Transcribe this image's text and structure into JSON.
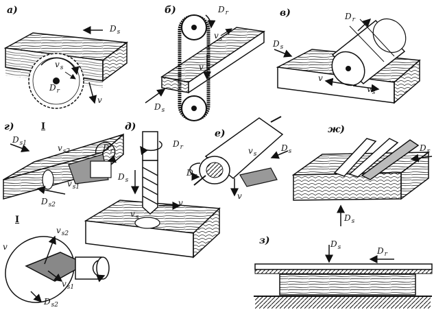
{
  "panels": {
    "a": {
      "letter": "а)",
      "labels": {
        "ds_main": "D",
        "ds_sub": "s",
        "dr_main": "D",
        "dr_sub": "r",
        "v": "v",
        "vs_main": "v",
        "vs_sub": "s"
      }
    },
    "b": {
      "letter": "б)",
      "labels": {
        "dr_main": "D",
        "dr_sub": "r",
        "vs_main": "v",
        "vs_sub": "s",
        "v": "v",
        "ds_main": "D",
        "ds_sub": "s"
      }
    },
    "c": {
      "letter": "в)",
      "labels": {
        "dr_main": "D",
        "dr_sub": "r",
        "ds_main": "D",
        "ds_sub": "s",
        "v": "v",
        "vs_main": "v",
        "vs_sub": "s"
      }
    },
    "d": {
      "letter": "г)",
      "roman": "I",
      "labels": {
        "ds1_main": "D",
        "ds1_sub": "s1",
        "vs2_main": "v",
        "vs2_sub": "s2",
        "dr_main": "D",
        "dr_sub": "r",
        "vs1_main": "v",
        "vs1_sub": "s1",
        "ds2_main": "D",
        "ds2_sub": "s2"
      }
    },
    "e": {
      "letter": "д)",
      "labels": {
        "dr_main": "D",
        "dr_sub": "r",
        "ds_main": "D",
        "ds_sub": "s",
        "v": "v",
        "vs_main": "v",
        "vs_sub": "s"
      }
    },
    "f": {
      "letter": "е)",
      "labels": {
        "dr_main": "D",
        "dr_sub": "r",
        "ds_main": "D",
        "ds_sub": "s",
        "v": "v",
        "vs_main": "v",
        "vs_sub": "s"
      }
    },
    "g": {
      "letter": "ж)",
      "labels": {
        "dr_main": "D",
        "dr_sub": "r",
        "ds_main": "D",
        "ds_sub": "s"
      }
    },
    "h": {
      "letter": "з)",
      "labels": {
        "ds_main": "D",
        "ds_sub": "s",
        "dr_main": "D",
        "dr_sub": "r"
      }
    },
    "detail": {
      "roman": "I",
      "labels": {
        "vs2_main": "v",
        "vs2_sub": "s2",
        "v": "v",
        "vs1_main": "v",
        "vs1_sub": "s1",
        "ds2_main": "D",
        "ds2_sub": "s2"
      }
    }
  }
}
